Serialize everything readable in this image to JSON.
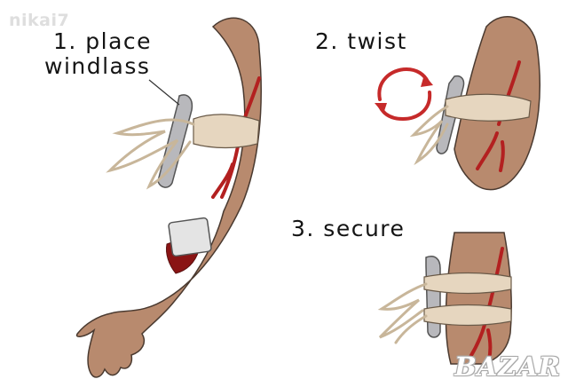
{
  "steps": [
    {
      "label_line1": "1. place",
      "label_line2": "windlass"
    },
    {
      "label": "2. twist"
    },
    {
      "label": "3. secure"
    }
  ],
  "watermark": "nikai7",
  "brand": "BAZAR",
  "colors": {
    "skin": "#b88a6e",
    "skin_outline": "#4a3a30",
    "vein": "#b32020",
    "bandage": "#e6d6bf",
    "windlass": "#b8b8bc",
    "twist_arrows": "#c62a2a",
    "gauze": "#e4e4e4"
  }
}
